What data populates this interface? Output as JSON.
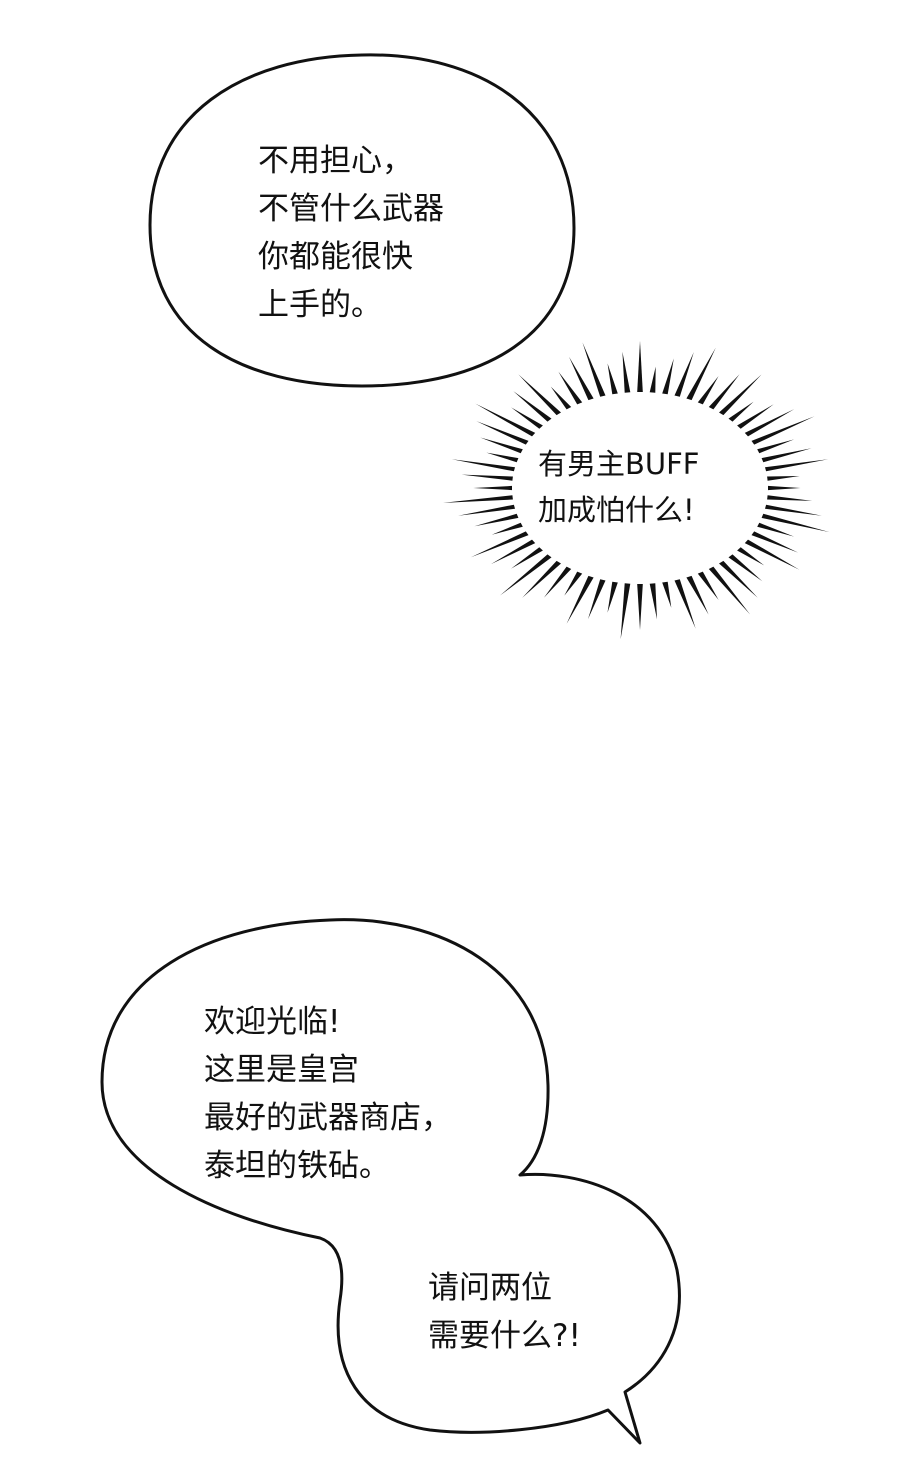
{
  "panel": {
    "bubbles": [
      {
        "lines": [
          "不用担心，",
          "不管什么武器",
          "你都能很快",
          "上手的。"
        ]
      },
      {
        "lines": [
          "有男主BUFF",
          "加成怕什么!"
        ]
      },
      {
        "lines": [
          "欢迎光临!",
          "这里是皇宫",
          "最好的武器商店，",
          "泰坦的铁砧。"
        ]
      },
      {
        "lines": [
          "请问两位",
          "需要什么?!"
        ]
      }
    ]
  },
  "colors": {
    "background": "#ffffff",
    "ink": "#111111"
  }
}
